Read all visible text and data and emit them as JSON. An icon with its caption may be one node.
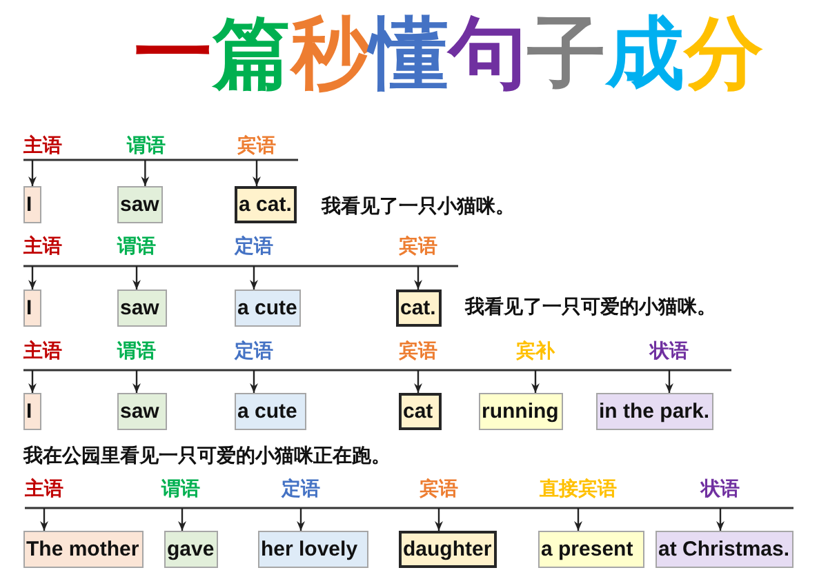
{
  "diagram": {
    "title": "一篇秒懂句子成分",
    "nodes": [
      {
        "text": [
          "主语"
        ]
      },
      {
        "text": [
          "谓语"
        ]
      },
      {
        "text": [
          "宾语"
        ]
      },
      {
        "text": [
          "I"
        ]
      },
      {
        "text": [
          "saw"
        ]
      },
      {
        "text": [
          "a cat."
        ]
      },
      {
        "text": [
          "主语"
        ]
      },
      {
        "text": [
          "谓语"
        ]
      },
      {
        "text": [
          "定语"
        ]
      },
      {
        "text": [
          "宾语"
        ]
      },
      {
        "text": [
          "I"
        ]
      },
      {
        "text": [
          "saw"
        ]
      },
      {
        "text": [
          "a cute"
        ]
      },
      {
        "text": [
          "cat."
        ]
      },
      {
        "text": [
          "主语"
        ]
      },
      {
        "text": [
          "谓语"
        ]
      },
      {
        "text": [
          "定语"
        ]
      },
      {
        "text": [
          "宾语"
        ]
      },
      {
        "text": [
          "宾补"
        ]
      },
      {
        "text": [
          "状语"
        ]
      },
      {
        "text": [
          "I"
        ]
      },
      {
        "text": [
          "saw"
        ]
      },
      {
        "text": [
          "a cute"
        ]
      },
      {
        "text": [
          "cat"
        ]
      },
      {
        "text": [
          "running"
        ]
      },
      {
        "text": [
          "in the park."
        ]
      },
      {
        "text": [
          "主语"
        ]
      },
      {
        "text": [
          "谓语"
        ]
      },
      {
        "text": [
          "定语"
        ]
      },
      {
        "text": [
          "宾语"
        ]
      },
      {
        "text": [
          "直接宾语"
        ]
      },
      {
        "text": [
          "状语"
        ]
      },
      {
        "text": [
          "The mother"
        ]
      },
      {
        "text": [
          "gave"
        ]
      },
      {
        "text": [
          "her lovely"
        ]
      },
      {
        "text": [
          "daughter"
        ]
      },
      {
        "text": [
          "a present"
        ]
      },
      {
        "text": [
          "at Christmas."
        ]
      }
    ],
    "edges": [
      {
        "from": 0,
        "to": 3,
        "arrow": "to"
      },
      {
        "from": 1,
        "to": 4,
        "arrow": "to"
      },
      {
        "from": 2,
        "to": 5,
        "arrow": "to"
      },
      {
        "from": 6,
        "to": 10,
        "arrow": "to"
      },
      {
        "from": 7,
        "to": 11,
        "arrow": "to"
      },
      {
        "from": 8,
        "to": 12,
        "arrow": "to"
      },
      {
        "from": 9,
        "to": 13,
        "arrow": "to"
      },
      {
        "from": 14,
        "to": 20,
        "arrow": "to"
      },
      {
        "from": 15,
        "to": 21,
        "arrow": "to"
      },
      {
        "from": 16,
        "to": 22,
        "arrow": "to"
      },
      {
        "from": 17,
        "to": 23,
        "arrow": "to"
      },
      {
        "from": 18,
        "to": 24,
        "arrow": "to"
      },
      {
        "from": 19,
        "to": 25,
        "arrow": "to"
      },
      {
        "from": 26,
        "to": 32,
        "arrow": "to"
      },
      {
        "from": 27,
        "to": 33,
        "arrow": "to"
      },
      {
        "from": 28,
        "to": 34,
        "arrow": "to"
      },
      {
        "from": 29,
        "to": 35,
        "arrow": "to"
      },
      {
        "from": 30,
        "to": 36,
        "arrow": "to"
      },
      {
        "from": 31,
        "to": 37,
        "arrow": "to"
      }
    ],
    "labels": [
      "我看见了一只小猫咪。",
      "我看见了一只可爱的小猫咪。",
      "我在公园里看见一只可爱的小猫咪正在跑。"
    ]
  }
}
